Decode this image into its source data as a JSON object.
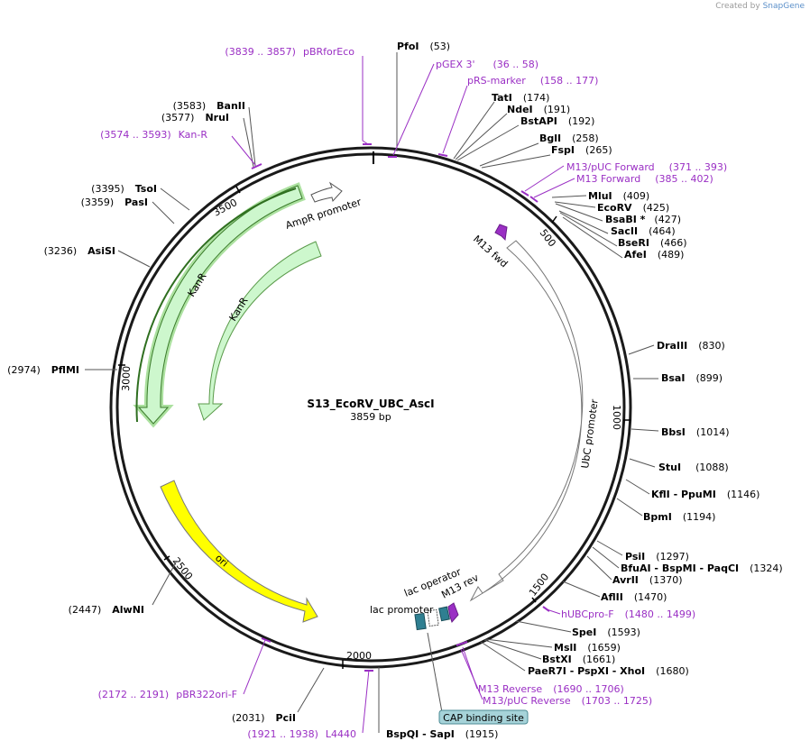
{
  "credit": {
    "prefix": "Created by",
    "brand": "SnapGene"
  },
  "plasmid": {
    "name": "S13_EcoRV_UBC_AscI",
    "length": 3859,
    "length_label": "3859 bp"
  },
  "ticks": [
    "500",
    "1000",
    "1500",
    "2000",
    "2500",
    "3000",
    "3500"
  ],
  "enzymes": [
    {
      "name": "PfoI",
      "pos": "(53)"
    },
    {
      "name": "TatI",
      "pos": "(174)"
    },
    {
      "name": "NdeI",
      "pos": "(191)"
    },
    {
      "name": "BstAPI",
      "pos": "(192)"
    },
    {
      "name": "BglI",
      "pos": "(258)"
    },
    {
      "name": "FspI",
      "pos": "(265)"
    },
    {
      "name": "MluI",
      "pos": "(409)"
    },
    {
      "name": "EcoRV",
      "pos": "(425)"
    },
    {
      "name": "BsaBI *",
      "pos": "(427)"
    },
    {
      "name": "SacII",
      "pos": "(464)"
    },
    {
      "name": "BseRI",
      "pos": "(466)"
    },
    {
      "name": "AfeI",
      "pos": "(489)"
    },
    {
      "name": "DraIII",
      "pos": "(830)"
    },
    {
      "name": "BsaI",
      "pos": "(899)"
    },
    {
      "name": "BbsI",
      "pos": "(1014)"
    },
    {
      "name": "StuI",
      "pos": "(1088)"
    },
    {
      "name": "KflI - PpuMI",
      "pos": "(1146)"
    },
    {
      "name": "BpmI",
      "pos": "(1194)"
    },
    {
      "name": "PsiI",
      "pos": "(1297)"
    },
    {
      "name": "BfuAI - BspMI - PaqCI",
      "pos": "(1324)"
    },
    {
      "name": "AvrII",
      "pos": "(1370)"
    },
    {
      "name": "AflII",
      "pos": "(1470)"
    },
    {
      "name": "SpeI",
      "pos": "(1593)"
    },
    {
      "name": "MslI",
      "pos": "(1659)"
    },
    {
      "name": "BstXI",
      "pos": "(1661)"
    },
    {
      "name": "PaeR7I - PspXI - XhoI",
      "pos": "(1680)"
    },
    {
      "name": "BspQI - SapI",
      "pos": "(1915)"
    },
    {
      "name": "PciI",
      "pos": "(2031)"
    },
    {
      "name": "AlwNI",
      "pos": "(2447)"
    },
    {
      "name": "PflMI",
      "pos": "(2974)"
    },
    {
      "name": "AsiSI",
      "pos": "(3236)"
    },
    {
      "name": "PasI",
      "pos": "(3359)"
    },
    {
      "name": "TsoI",
      "pos": "(3395)"
    },
    {
      "name": "NruI",
      "pos": "(3577)"
    },
    {
      "name": "BanII",
      "pos": "(3583)"
    }
  ],
  "primers": [
    {
      "name": "pBRforEco",
      "range": "(3839 .. 3857)"
    },
    {
      "name": "pGEX 3'",
      "range": "(36 .. 58)"
    },
    {
      "name": "pRS-marker",
      "range": "(158 .. 177)"
    },
    {
      "name": "M13/pUC Forward",
      "range": "(371 .. 393)"
    },
    {
      "name": "M13 Forward",
      "range": "(385 .. 402)"
    },
    {
      "name": "hUBCpro-F",
      "range": "(1480 .. 1499)"
    },
    {
      "name": "M13 Reverse",
      "range": "(1690 .. 1706)"
    },
    {
      "name": "M13/pUC Reverse",
      "range": "(1703 .. 1725)"
    },
    {
      "name": "pBR322ori-F",
      "range": "(2172 .. 2191)"
    },
    {
      "name": "L4440",
      "range": "(1921 .. 1938)"
    },
    {
      "name": "Kan-R",
      "range": "(3574 .. 3593)"
    }
  ],
  "features": [
    {
      "name": "AmpR promoter"
    },
    {
      "name": "KanR"
    },
    {
      "name": "KanR"
    },
    {
      "name": "ori"
    },
    {
      "name": "UbC promoter"
    },
    {
      "name": "M13 fwd"
    },
    {
      "name": "M13 rev"
    },
    {
      "name": "lac operator"
    },
    {
      "name": "lac promoter"
    },
    {
      "name": "CAP binding site"
    }
  ],
  "colors": {
    "primer": "#9a2fc4",
    "feature_green": "#cdf7cd",
    "ori_yellow": "#ffff00",
    "lac_teal": "#2f7f91",
    "cap_box": "#a6d3d9"
  }
}
